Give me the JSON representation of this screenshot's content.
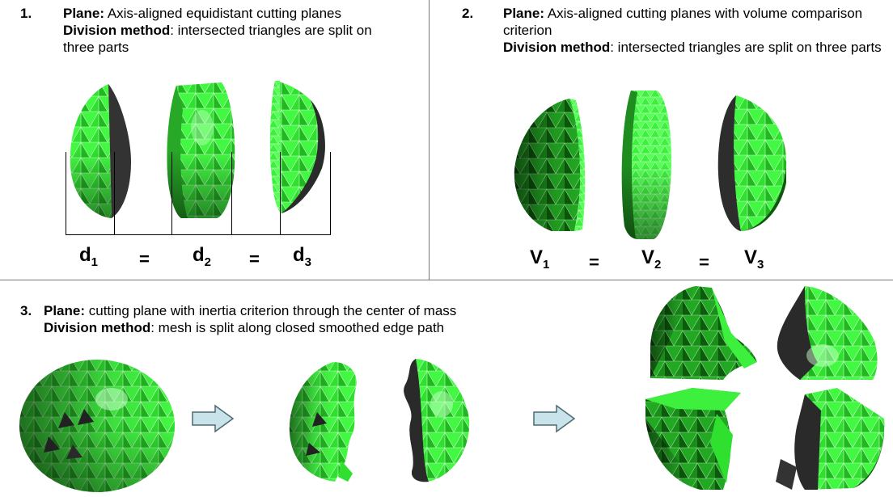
{
  "panel1": {
    "number": "1.",
    "plane_label": "Plane:",
    "plane_text": " Axis-aligned equidistant cutting planes",
    "division_label": "Division method",
    "division_text": ": intersected triangles are split on three parts",
    "formula": [
      {
        "sym": "d",
        "sub": "1"
      },
      {
        "sym": "d",
        "sub": "2"
      },
      {
        "sym": "d",
        "sub": "3"
      }
    ],
    "equals": "="
  },
  "panel2": {
    "number": "2.",
    "plane_label": "Plane:",
    "plane_text": " Axis-aligned cutting planes with volume comparison criterion",
    "division_label": "Division method",
    "division_text": ": intersected triangles are split on three parts",
    "formula": [
      {
        "sym": "V",
        "sub": "1"
      },
      {
        "sym": "V",
        "sub": "2"
      },
      {
        "sym": "V",
        "sub": "3"
      }
    ],
    "equals": "="
  },
  "panel3": {
    "number": "3.",
    "plane_label": "Plane:",
    "plane_text": " cutting plane with inertia criterion through the center of mass",
    "division_label": "Division method",
    "division_text": ": mesh is split along closed smoothed edge path"
  },
  "colors": {
    "mesh_light": "#4dff4d",
    "mesh_mid": "#22cc22",
    "mesh_dark": "#0f6e0f",
    "cut_face": "#3a3a3a",
    "arrow_fill": "#c8e4ea",
    "arrow_stroke": "#4a6a70"
  },
  "icons": [
    "right-arrow-icon",
    "right-arrow-icon"
  ]
}
